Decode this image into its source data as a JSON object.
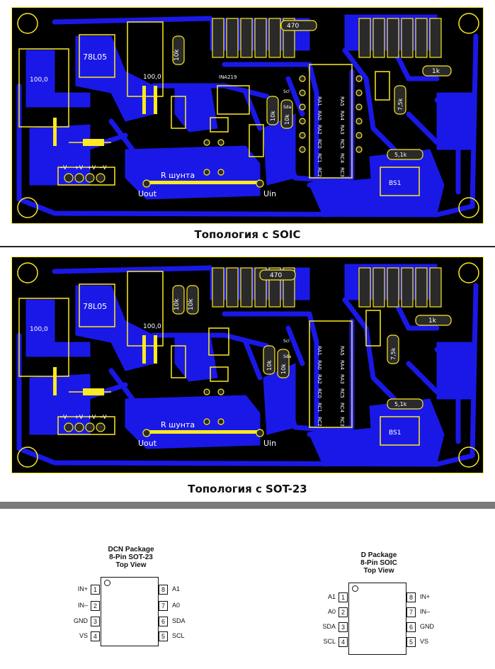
{
  "board1": {
    "caption": "Топология с SOIC",
    "labels": {
      "cap_left": "100,0",
      "regulator": "78L05",
      "cap_right": "100,0",
      "r10k_top": "10k",
      "r470": "470",
      "r1k": "1k",
      "r7_5k": "7,5k",
      "r5_1k": "5,1k",
      "r10k_a": "10k",
      "r10k_b": "10k",
      "bs1": "BS1",
      "rshunt": "R шунта",
      "uout": "Uout",
      "uin": "Uin",
      "power_pins": [
        "–V",
        "+V",
        "+V",
        "–V"
      ],
      "chip_label": "INA219",
      "pic_left": [
        "RA1",
        "RA0",
        "RA2",
        "RC0",
        "RC1",
        "RC2"
      ],
      "pic_right": [
        "RA5",
        "RA4",
        "RA3",
        "RC5",
        "RC4",
        "RC3"
      ],
      "scl": "Scl",
      "sda": "Sda"
    }
  },
  "board2": {
    "caption": "Топология с SOT-23",
    "labels": {
      "cap_left": "100,0",
      "regulator": "78L05",
      "cap_right": "100,0",
      "r10k_top1": "10k",
      "r10k_top2": "10k",
      "r470": "470",
      "r1k": "1k",
      "r7_5k": "7,5k",
      "r5_1k": "5,1k",
      "r10k_a": "10k",
      "r10k_b": "10k",
      "bs1": "BS1",
      "rshunt": "R шунта",
      "uout": "Uout",
      "uin": "Uin",
      "power_pins": [
        "–V",
        "+V",
        "+V",
        "–V"
      ],
      "pic_left": [
        "RA1",
        "RA0",
        "RA2",
        "RC0",
        "RC1",
        "RC2"
      ],
      "pic_right": [
        "RA5",
        "RA4",
        "RA3",
        "RC5",
        "RC4",
        "RC3"
      ],
      "scl": "Scl",
      "sda": "Sda"
    }
  },
  "pkg_sot23": {
    "title_lines": [
      "DCN Package",
      "8-Pin SOT-23",
      "Top View"
    ],
    "pins_left": [
      {
        "num": "1",
        "name": "IN+"
      },
      {
        "num": "2",
        "name": "IN–"
      },
      {
        "num": "3",
        "name": "GND"
      },
      {
        "num": "4",
        "name": "VS"
      }
    ],
    "pins_right": [
      {
        "num": "8",
        "name": "A1"
      },
      {
        "num": "7",
        "name": "A0"
      },
      {
        "num": "6",
        "name": "SDA"
      },
      {
        "num": "5",
        "name": "SCL"
      }
    ]
  },
  "pkg_soic": {
    "title_lines": [
      "D Package",
      "8-Pin SOIC",
      "Top View"
    ],
    "pins_left": [
      {
        "num": "1",
        "name": "A1"
      },
      {
        "num": "2",
        "name": "A0"
      },
      {
        "num": "3",
        "name": "SDA"
      },
      {
        "num": "4",
        "name": "SCL"
      }
    ],
    "pins_right": [
      {
        "num": "8",
        "name": "IN+"
      },
      {
        "num": "7",
        "name": "IN–"
      },
      {
        "num": "6",
        "name": "GND"
      },
      {
        "num": "5",
        "name": "VS"
      }
    ]
  },
  "colors": {
    "board": "#000000",
    "copper": "#1a18e6",
    "silk": "#fdea20",
    "text": "#ffffff"
  }
}
